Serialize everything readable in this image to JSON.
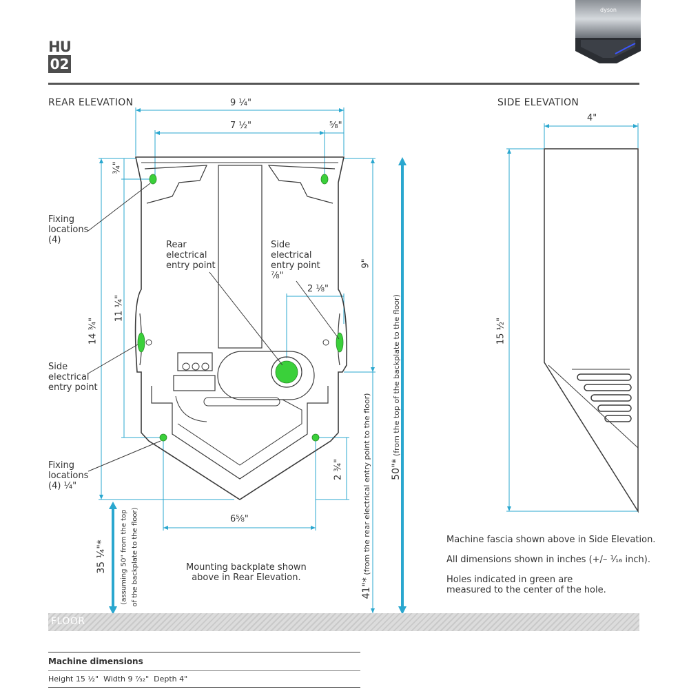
{
  "badge": {
    "line1": "HU",
    "line2": "02"
  },
  "brand": {
    "logo_text": "dyson"
  },
  "rear": {
    "title": "REAR ELEVATION",
    "dims": {
      "overall_width": "9 ¼\"",
      "fixing_width": "7 ½\"",
      "edge_offset": "⅝\"",
      "top_offset": "¾\"",
      "fixing_vertical": "11 ¼\"",
      "overall_height": "14 ¾\"",
      "top_to_side_entry": "9\"",
      "rear_to_side_offset": "2 ⅛\"",
      "lower_fixing_height": "2 ¾\"",
      "lower_fixing_width": "6⅝\"",
      "rear_entry_to_floor_value": "41\"*",
      "rear_entry_to_floor_note": "(from the rear electrical entry point to the floor)",
      "backplate_to_floor_value": "50\"*",
      "backplate_to_floor_note": "(from the top of the backplate to the floor)",
      "lower_to_floor_value": "35 ¼\"*",
      "lower_to_floor_note_1": "(assuming 50\" from the top",
      "lower_to_floor_note_2": "of the backplate to the floor)"
    },
    "labels": {
      "fixing_top": "Fixing\nlocations\n(4)",
      "side_entry_left": "Side\nelectrical\nentry point",
      "fixing_bottom": "Fixing\nlocations\n(4) ¼\"",
      "rear_entry": "Rear\nelectrical\nentry point",
      "side_entry_right": "Side\nelectrical\nentry point\n⅞\""
    },
    "backplate_note": "Mounting backplate shown\nabove in Rear Elevation."
  },
  "side": {
    "title": "SIDE ELEVATION",
    "dims": {
      "depth": "4\"",
      "height": "15 ½\""
    }
  },
  "notes": [
    "Machine fascia shown above in Side Elevation.",
    "All dimensions shown in inches (+/– ¹⁄₁₆ inch).",
    "Holes indicated in green are\nmeasured to the center of the hole."
  ],
  "floor": {
    "label": "FLOOR"
  },
  "table": {
    "title": "Machine dimensions",
    "row": "Height 15 ½\"  Width 9 ⁷⁄₃₂\"  Depth 4\""
  },
  "colors": {
    "dimension_line": "#2aa7cf",
    "hole_green": "#3ad03a",
    "outline": "#3a3a3a",
    "floor": "#d2d2d2"
  }
}
